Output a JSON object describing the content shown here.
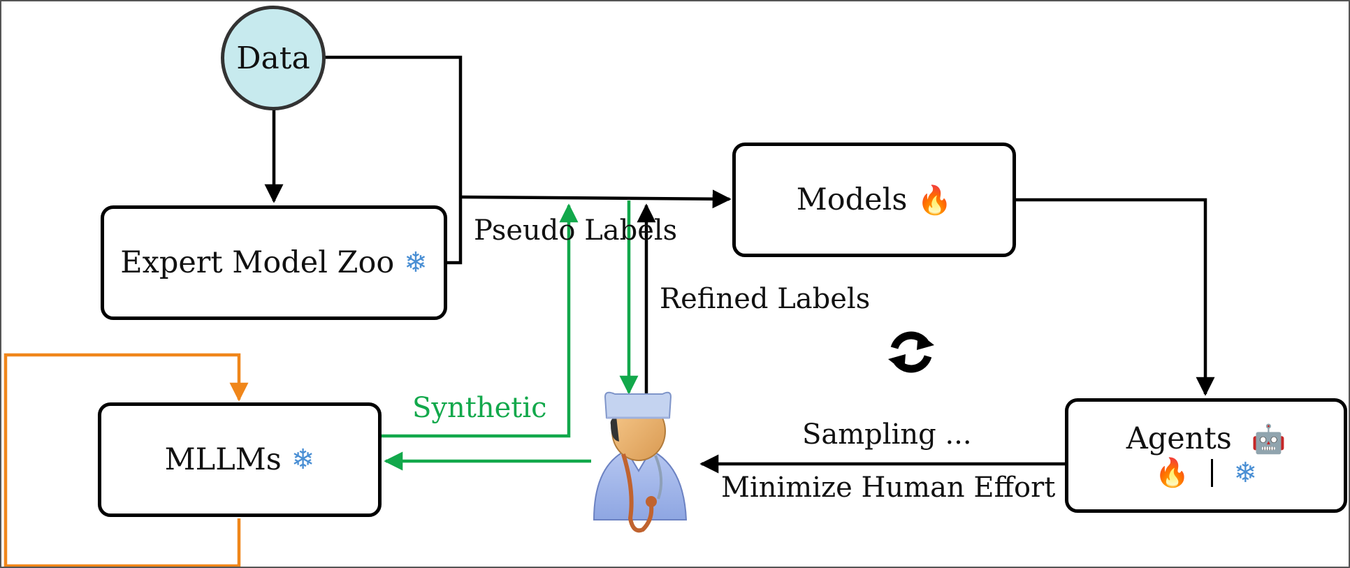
{
  "nodes": {
    "data": {
      "label": "Data",
      "fill": "#c7eaee"
    },
    "expert_model_zoo": {
      "label": "Expert Model Zoo",
      "icon": "snowflake-icon"
    },
    "models": {
      "label": "Models",
      "icon": "fire-icon"
    },
    "mllms": {
      "label": "MLLMs",
      "icon": "snowflake-icon"
    },
    "agents": {
      "label": "Agents",
      "icon": "robot-icon",
      "sub_icons": [
        "fire-icon",
        "snowflake-icon"
      ]
    },
    "human": {
      "icon": "doctor-icon"
    }
  },
  "edge_labels": {
    "pseudo_labels": "Pseudo Labels",
    "refined_labels": "Refined Labels",
    "synthetic": "Synthetic",
    "sampling": "Sampling ...",
    "minimize": "Minimize Human Effort"
  },
  "icons": {
    "snowflake": "❄",
    "fire": "🔥",
    "robot": "🤖",
    "cycle": "refresh-cycle-icon"
  },
  "colors": {
    "green_edge": "#12a84b",
    "orange_edge": "#f0861a",
    "black_edge": "#000000",
    "data_fill": "#c7eaee"
  }
}
